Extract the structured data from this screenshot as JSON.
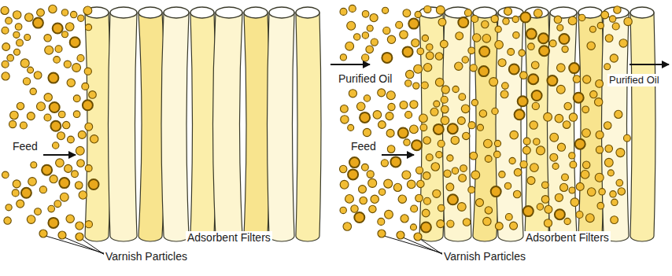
{
  "diagram": {
    "labels": [
      "Feed",
      "Purified Oil",
      "Varnish Particles",
      "Adsorbent Filters",
      "Feed",
      "Purified Oil",
      "Varnish Particles",
      "Adsorbent Filters"
    ]
  }
}
